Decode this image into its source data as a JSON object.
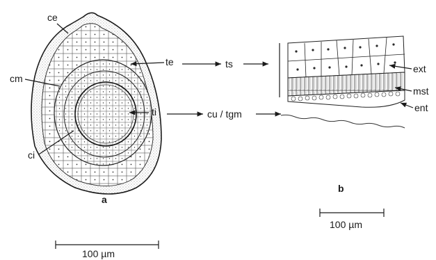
{
  "colors": {
    "ink": "#1a1a1a",
    "stipple": "#d9d9d9",
    "paper": "#ffffff"
  },
  "panel_a": {
    "caption": "a",
    "labels": {
      "ce": "ce",
      "cm": "cm",
      "ci": "ci",
      "te": "te",
      "ti": "ti"
    },
    "scale_bar": "100 µm"
  },
  "arrows": {
    "ts": "ts",
    "cu_tgm": "cu / tgm"
  },
  "panel_b": {
    "caption": "b",
    "labels": {
      "ext": "ext",
      "mst": "mst",
      "ent": "ent"
    },
    "scale_bar": "100 µm"
  }
}
